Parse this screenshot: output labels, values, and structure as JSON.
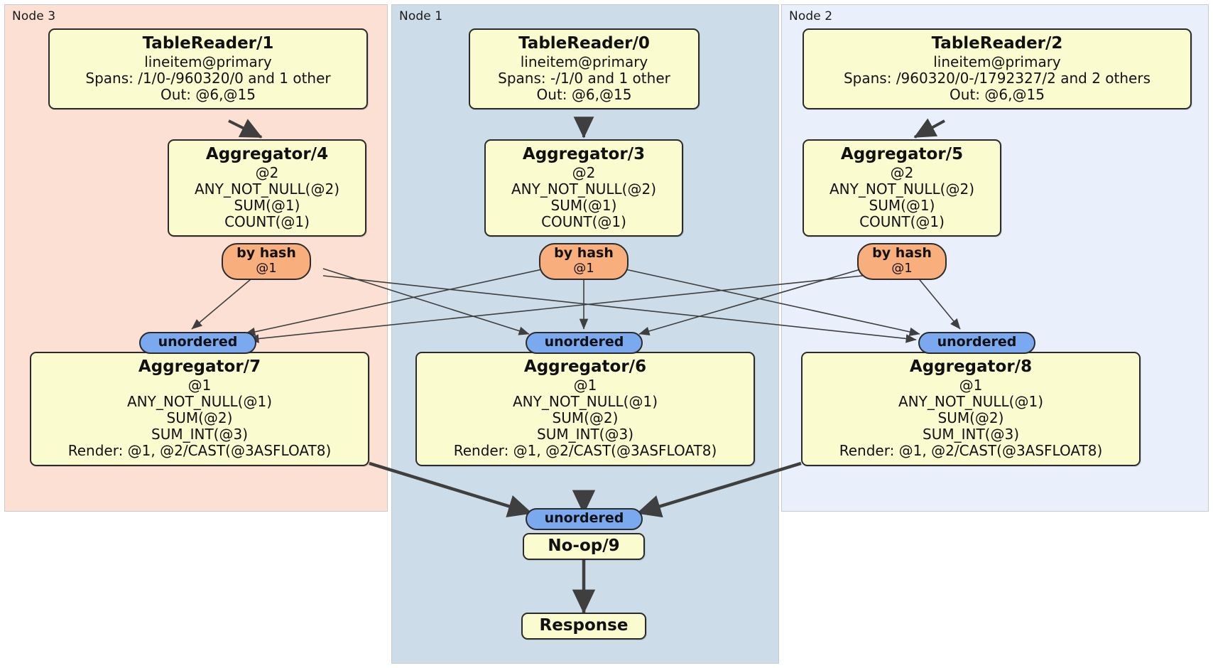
{
  "diagram": {
    "type": "distributed-query-plan",
    "colors": {
      "node3_panel": "#fbe0d3",
      "node1_panel": "#ccdce8",
      "node2_panel": "#eaf0fb",
      "processor_box": "#fbfbd0",
      "hash_router": "#f8ae7d",
      "unordered_synchronizer": "#7aa9f0",
      "edge": "#3f3f3f"
    },
    "panels": [
      {
        "id": "node3",
        "label": "Node 3"
      },
      {
        "id": "node1",
        "label": "Node 1"
      },
      {
        "id": "node2",
        "label": "Node 2"
      }
    ],
    "boxes": {
      "tablereader1": {
        "title": "TableReader/1",
        "lines": [
          "lineitem@primary",
          "Spans: /1/0-/960320/0 and 1 other",
          "Out: @6,@15"
        ]
      },
      "tablereader0": {
        "title": "TableReader/0",
        "lines": [
          "lineitem@primary",
          "Spans: -/1/0 and 1 other",
          "Out: @6,@15"
        ]
      },
      "tablereader2": {
        "title": "TableReader/2",
        "lines": [
          "lineitem@primary",
          "Spans: /960320/0-/1792327/2 and 2 others",
          "Out: @6,@15"
        ]
      },
      "aggregator4": {
        "title": "Aggregator/4",
        "lines": [
          "@2",
          "ANY_NOT_NULL(@2)",
          "SUM(@1)",
          "COUNT(@1)"
        ]
      },
      "aggregator3": {
        "title": "Aggregator/3",
        "lines": [
          "@2",
          "ANY_NOT_NULL(@2)",
          "SUM(@1)",
          "COUNT(@1)"
        ]
      },
      "aggregator5": {
        "title": "Aggregator/5",
        "lines": [
          "@2",
          "ANY_NOT_NULL(@2)",
          "SUM(@1)",
          "COUNT(@1)"
        ]
      },
      "aggregator7": {
        "title": "Aggregator/7",
        "lines": [
          "@1",
          "ANY_NOT_NULL(@1)",
          "SUM(@2)",
          "SUM_INT(@3)",
          "Render: @1, @2/CAST(@3ASFLOAT8)"
        ]
      },
      "aggregator6": {
        "title": "Aggregator/6",
        "lines": [
          "@1",
          "ANY_NOT_NULL(@1)",
          "SUM(@2)",
          "SUM_INT(@3)",
          "Render: @1, @2/CAST(@3ASFLOAT8)"
        ]
      },
      "aggregator8": {
        "title": "Aggregator/8",
        "lines": [
          "@1",
          "ANY_NOT_NULL(@1)",
          "SUM(@2)",
          "SUM_INT(@3)",
          "Render: @1, @2/CAST(@3ASFLOAT8)"
        ]
      },
      "noop9": {
        "title": "No-op/9",
        "lines": []
      },
      "response": {
        "title": "Response",
        "lines": []
      }
    },
    "routers": {
      "hash_left": {
        "title": "by hash",
        "sub": "@1"
      },
      "hash_middle": {
        "title": "by hash",
        "sub": "@1"
      },
      "hash_right": {
        "title": "by hash",
        "sub": "@1"
      }
    },
    "synchronizers": {
      "unordered_left": {
        "title": "unordered"
      },
      "unordered_middle": {
        "title": "unordered"
      },
      "unordered_right": {
        "title": "unordered"
      },
      "unordered_final": {
        "title": "unordered"
      }
    }
  }
}
